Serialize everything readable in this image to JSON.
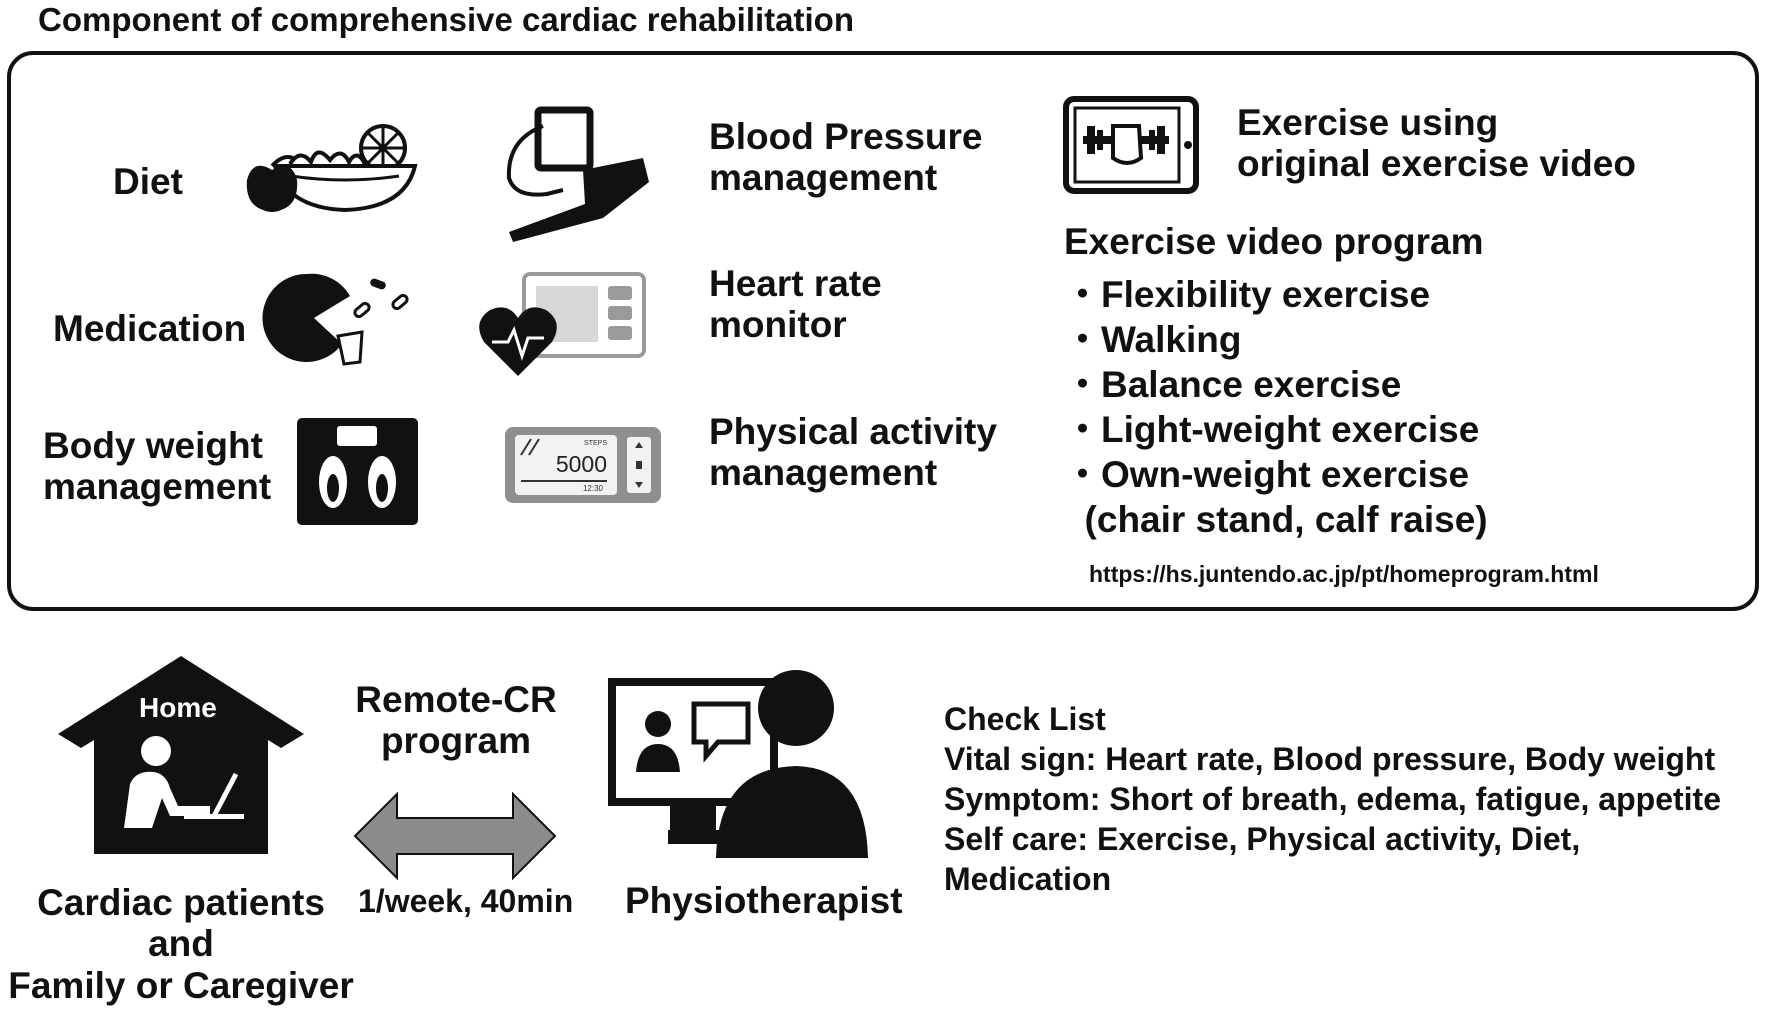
{
  "title": "Component of comprehensive cardiac rehabilitation",
  "components": {
    "diet": "Diet",
    "medication": "Medication",
    "body_weight": [
      "Body weight",
      "management"
    ],
    "blood_pressure": [
      "Blood Pressure",
      "management"
    ],
    "heart_rate": [
      "Heart rate",
      "monitor"
    ],
    "physical_activity": [
      "Physical activity",
      "management"
    ],
    "exercise_video": [
      "Exercise using",
      "original exercise video"
    ]
  },
  "pedometer": {
    "label": "STEPS",
    "count": "5000",
    "time": "12:30"
  },
  "program": {
    "heading": "Exercise video program",
    "items": [
      "・Flexibility exercise",
      "・Walking",
      "・Balance exercise",
      "・Light-weight exercise",
      "・Own-weight exercise",
      "  (chair stand, calf raise)"
    ],
    "url": "https://hs.juntendo.ac.jp/pt/homeprogram.html"
  },
  "remote": {
    "home_label": "Home",
    "patients": [
      "Cardiac patients",
      "and",
      "Family or Caregiver"
    ],
    "program_title": [
      "Remote-CR",
      "program"
    ],
    "frequency": "1/week, 40min",
    "physiotherapist": "Physiotherapist"
  },
  "checklist": {
    "title": "Check List",
    "lines": [
      "Vital sign: Heart rate, Blood pressure, Body weight",
      "Symptom: Short of breath, edema, fatigue, appetite",
      "Self care: Exercise, Physical activity, Diet,",
      "Medication"
    ]
  },
  "colors": {
    "ink": "#111111",
    "arrow_fill": "#8c8c8c",
    "device_gray": "#9a9a9a"
  }
}
